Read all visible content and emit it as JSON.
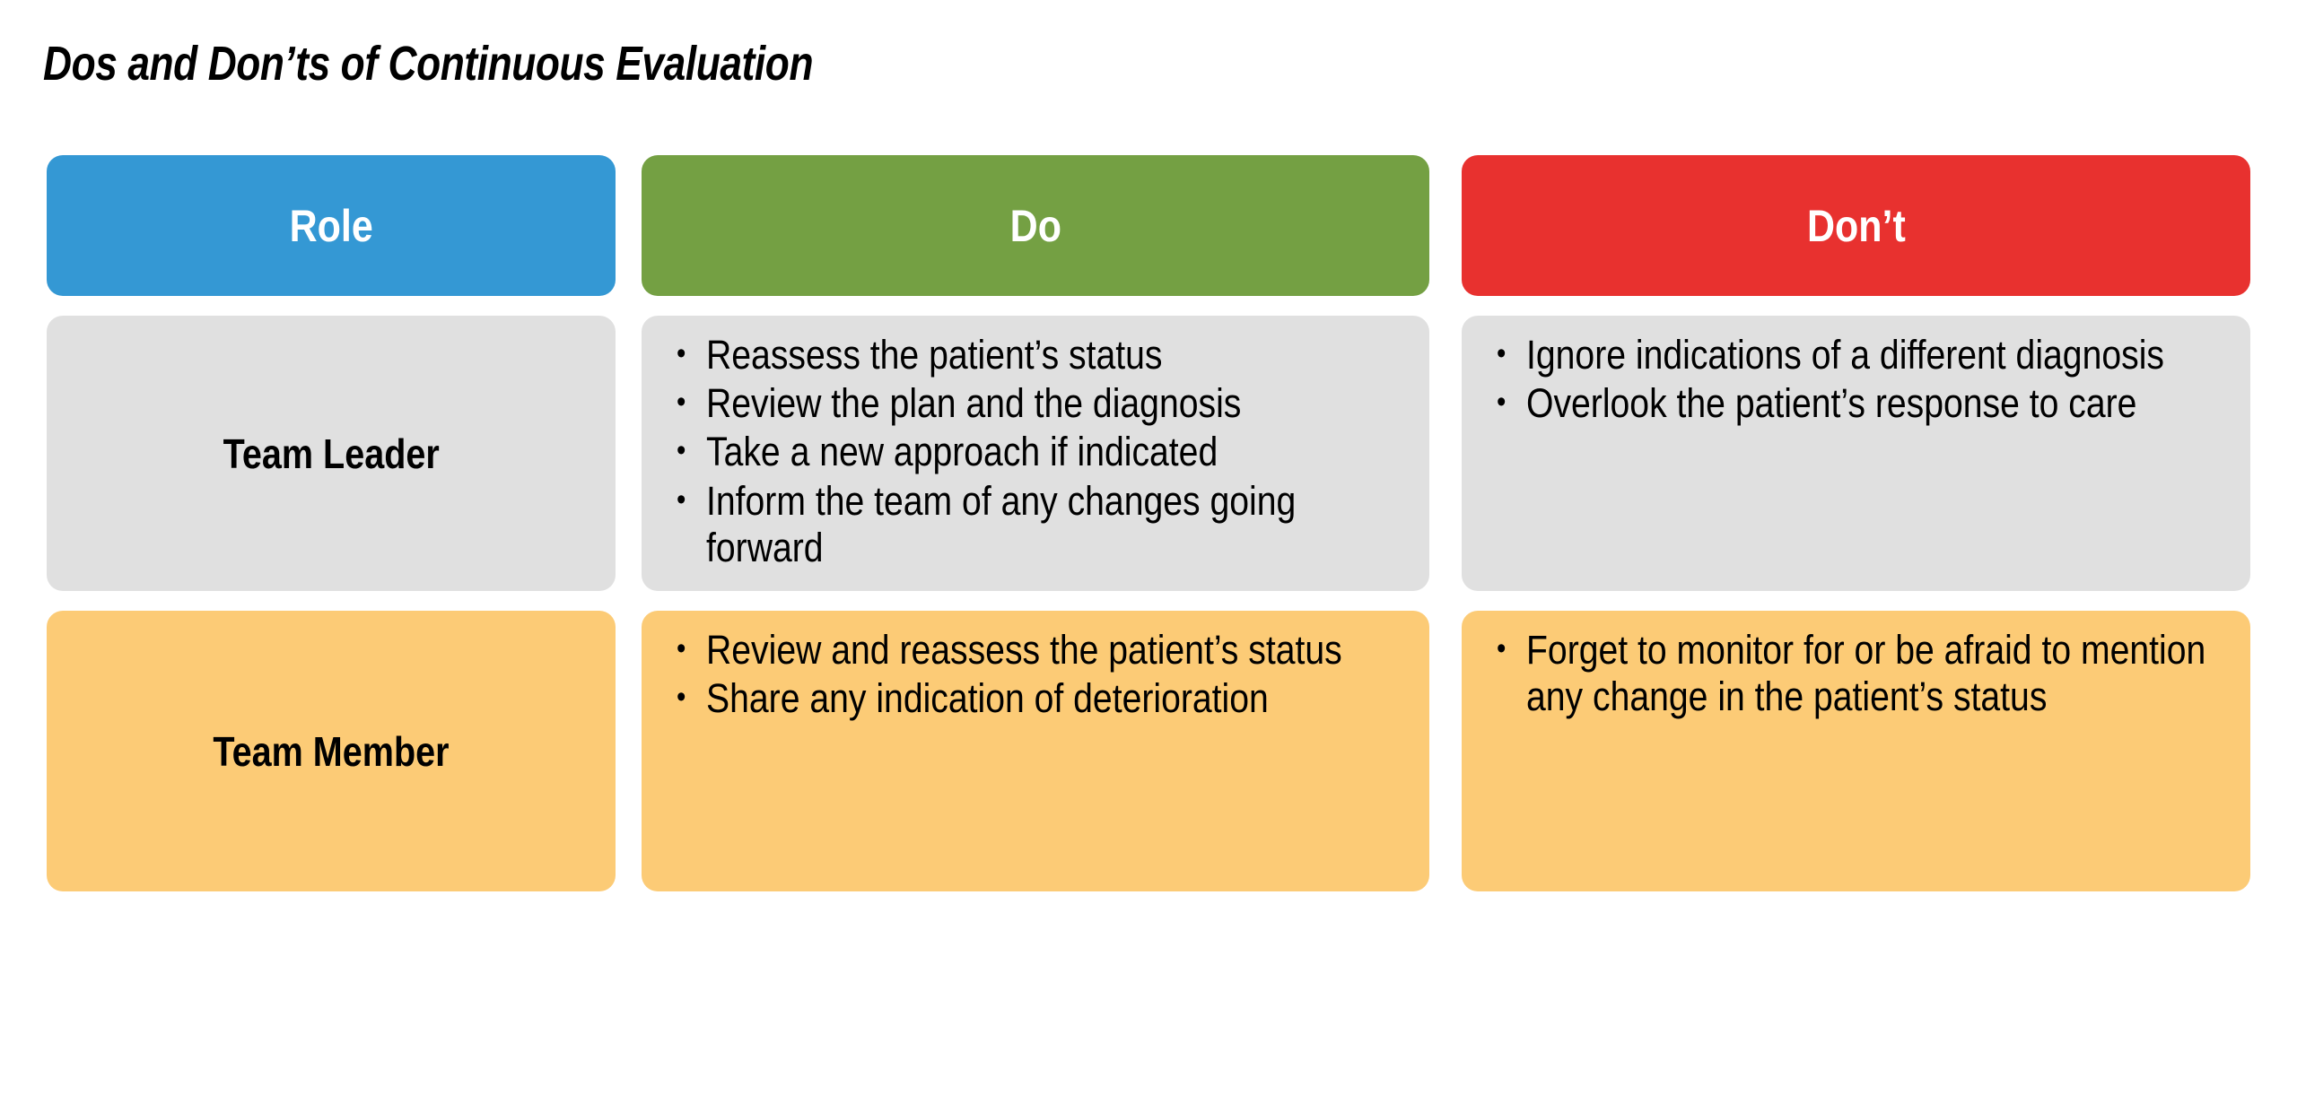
{
  "title": "Dos and Don’ts of Continuous Evaluation",
  "colors": {
    "role_header": "#3498d4",
    "do_header": "#74a043",
    "dont_header": "#e8312f",
    "row_leader_bg": "#e0e0e0",
    "row_member_bg": "#fccb76",
    "page_bg": "#ffffff",
    "header_text": "#ffffff",
    "body_text": "#000000"
  },
  "table": {
    "headers": {
      "role": "Role",
      "do": "Do",
      "dont": "Don’t"
    },
    "rows": [
      {
        "role": "Team Leader",
        "do": [
          "Reassess the patient’s status",
          "Review the plan and the diagnosis",
          "Take a new approach if indicated",
          "Inform the team of any changes going forward"
        ],
        "dont": [
          "Ignore indications of a different diagnosis",
          "Overlook the patient’s response to care"
        ]
      },
      {
        "role": "Team Member",
        "do": [
          "Review and reassess the patient’s status",
          "Share any indication of deterioration"
        ],
        "dont": [
          "Forget to monitor for or be afraid to mention any change in the patient’s status"
        ]
      }
    ]
  }
}
